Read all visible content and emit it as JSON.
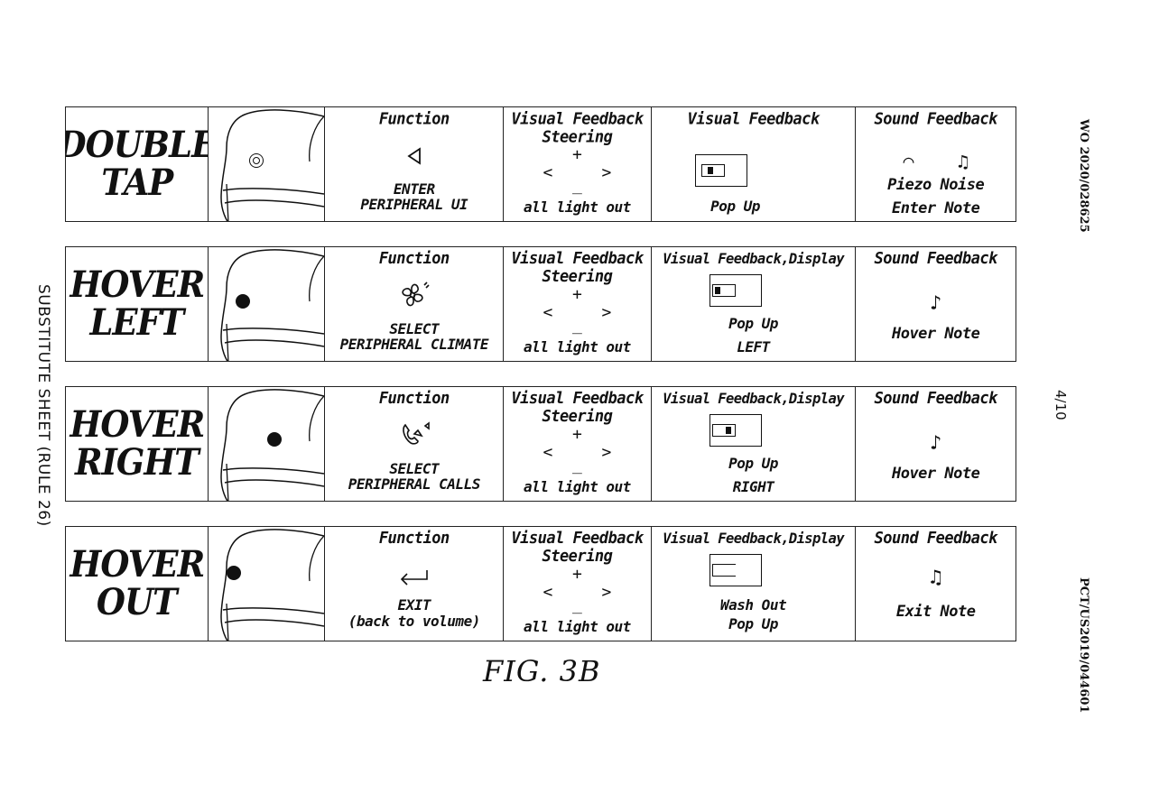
{
  "header_right_top": "WO 2020/028625",
  "header_right_mid": "4/10",
  "header_right_bottom": "PCT/US2019/044601",
  "side_left": "SUBSTITUTE SHEET (RULE 26)",
  "figure_label": "FIG. 3B",
  "rows": [
    {
      "gesture": [
        "DOUBLE",
        "TAP"
      ],
      "function_header": "Function",
      "function_text": [
        "ENTER",
        "PERIPHERAL UI"
      ],
      "steer_header": [
        "Visual Feedback",
        "Steering"
      ],
      "steer_text": "all light out",
      "visual_header": "Visual Feedback",
      "visual_text": [
        "Pop Up",
        ""
      ],
      "sound_header": "Sound Feedback",
      "sound_text": [
        "Piezo Noise",
        "Enter Note"
      ]
    },
    {
      "gesture": [
        "HOVER",
        "LEFT"
      ],
      "function_header": "Function",
      "function_text": [
        "SELECT",
        "PERIPHERAL CLIMATE"
      ],
      "steer_header": [
        "Visual Feedback",
        "Steering"
      ],
      "steer_text": "all light out",
      "visual_header": "Visual Feedback,Display",
      "visual_text": [
        "Pop Up",
        "LEFT"
      ],
      "sound_header": "Sound Feedback",
      "sound_text": [
        "Hover Note",
        ""
      ]
    },
    {
      "gesture": [
        "HOVER",
        "RIGHT"
      ],
      "function_header": "Function",
      "function_text": [
        "SELECT",
        "PERIPHERAL CALLS"
      ],
      "steer_header": [
        "Visual Feedback",
        "Steering"
      ],
      "steer_text": "all light out",
      "visual_header": "Visual Feedback,Display",
      "visual_text": [
        "Pop Up",
        "RIGHT"
      ],
      "sound_header": "Sound Feedback",
      "sound_text": [
        "Hover Note",
        ""
      ]
    },
    {
      "gesture": [
        "HOVER",
        "OUT"
      ],
      "function_header": "Function",
      "function_text": [
        "EXIT",
        "(back to volume)"
      ],
      "steer_header": [
        "Visual Feedback",
        "Steering"
      ],
      "steer_text": "all light out",
      "visual_header": "Visual Feedback,Display",
      "visual_text": [
        "Wash Out",
        "Pop Up"
      ],
      "sound_header": "Sound Feedback",
      "sound_text": [
        "Exit Note",
        ""
      ]
    }
  ]
}
